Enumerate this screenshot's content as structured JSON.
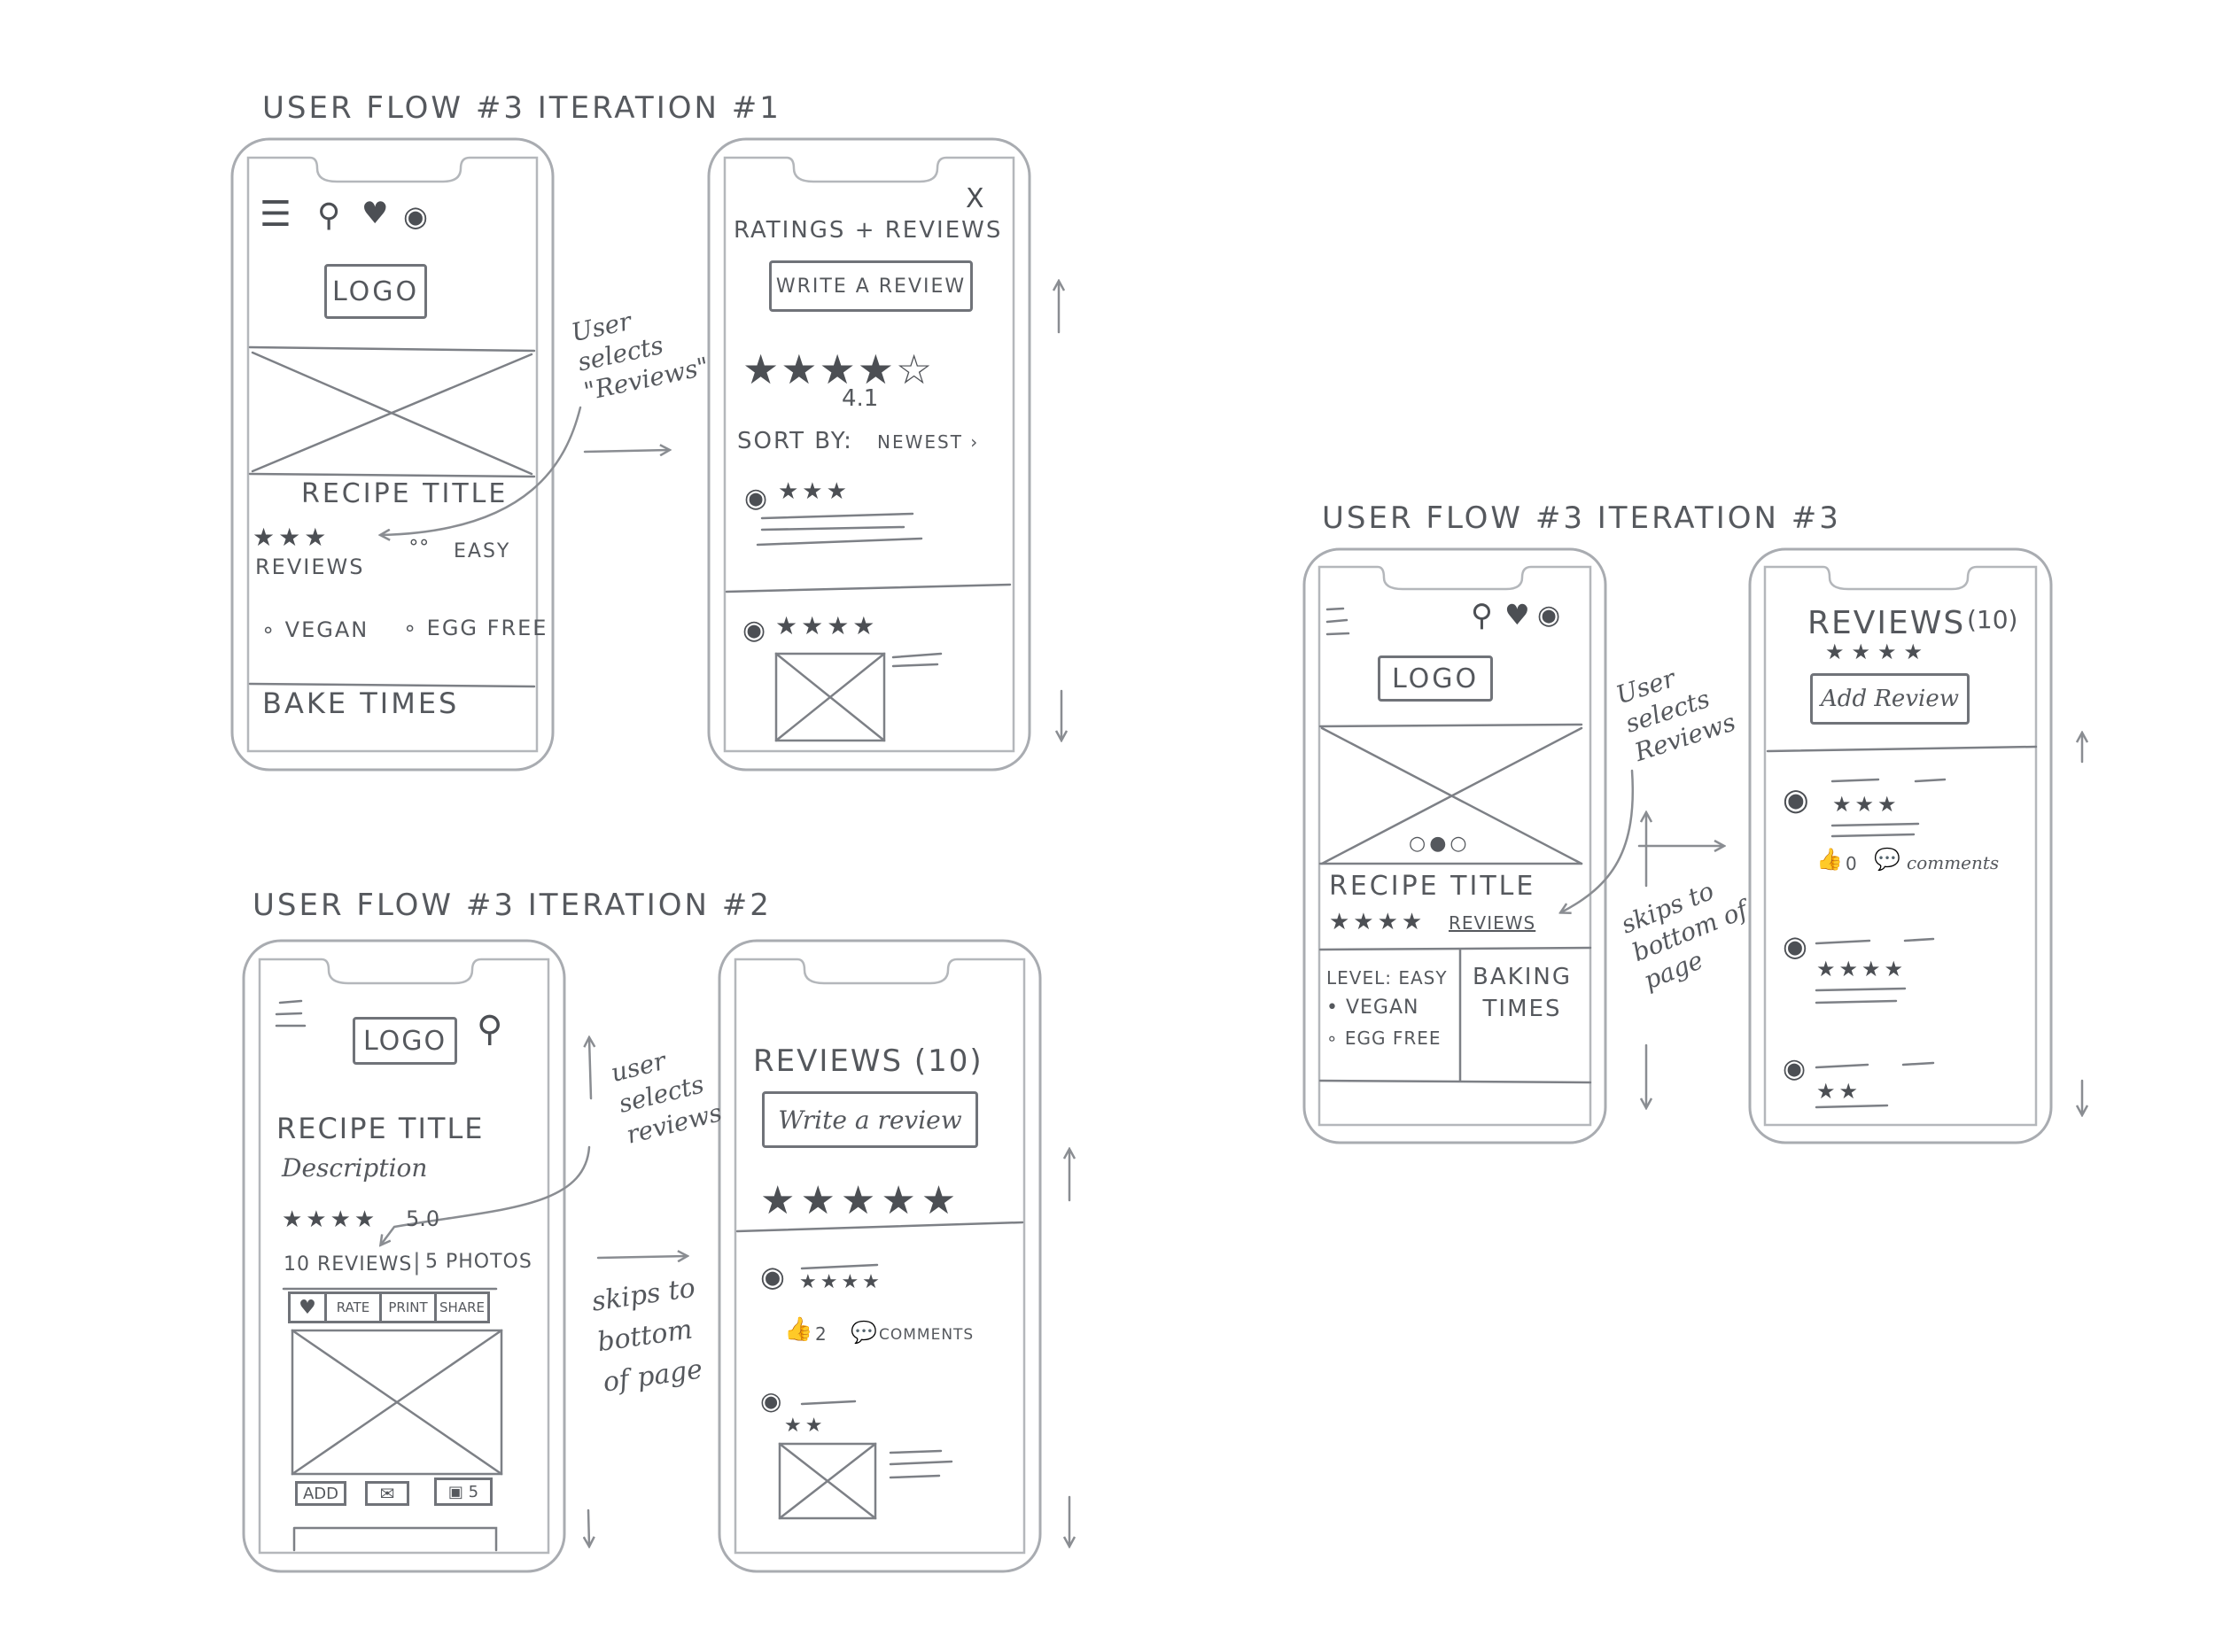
{
  "headings": {
    "iter1": "USER FLOW #3  ITERATION #1",
    "iter2": "USER FLOW #3  ITERATION #2",
    "iter3": "USER FLOW #3  ITERATION #3"
  },
  "iter1": {
    "recipe": {
      "logo": "LOGO",
      "title": "RECIPE TITLE",
      "stars": "★★★",
      "reviews_label": "REVIEWS",
      "difficulty": "EASY",
      "tags": [
        "VEGAN",
        "EGG FREE"
      ],
      "bake_times": "BAKE TIMES"
    },
    "annotation": "User selects \"Reviews\"",
    "reviews": {
      "close": "X",
      "title": "RATINGS + REVIEWS",
      "write_button": "WRITE A REVIEW",
      "stars": "★★★★☆",
      "rating": "4.1",
      "sort_label": "SORT BY:",
      "sort_value": "NEWEST",
      "review_stars": [
        "★★★",
        "★★★★"
      ]
    }
  },
  "iter2": {
    "recipe": {
      "logo": "LOGO",
      "title": "RECIPE TITLE",
      "description": "Description",
      "stars": "★★★★",
      "rating": "5.0",
      "reviews_link": "10 REVIEWS",
      "photos_link": "5 PHOTOS",
      "actions": [
        "♥",
        "RATE",
        "PRINT",
        "SHARE"
      ],
      "add_button": "ADD"
    },
    "annotation_select": "user selects reviews",
    "annotation_skip": "skips to bottom of page",
    "reviews": {
      "title": "REVIEWS (10)",
      "write_button": "Write a review",
      "stars": "★★★★★",
      "review_stars": [
        "★★★★",
        "★★"
      ],
      "likes": "2",
      "comments": "COMMENTS"
    }
  },
  "iter3": {
    "recipe": {
      "logo": "LOGO",
      "title": "RECIPE TITLE",
      "stars": "★★★★",
      "reviews_link": "REVIEWS",
      "level": "LEVEL: EASY",
      "tags": [
        "VEGAN",
        "EGG FREE"
      ],
      "baking_times": "BAKING TIMES"
    },
    "annotation_select": "User selects Reviews",
    "annotation_skip": "skips to bottom of page",
    "reviews": {
      "title": "REVIEWS",
      "count": "(10)",
      "stars": "★★★★",
      "add_button": "Add Review",
      "review_stars": [
        "★★★",
        "★★★★",
        "★★"
      ],
      "likes": "0",
      "comments": "comments"
    }
  }
}
